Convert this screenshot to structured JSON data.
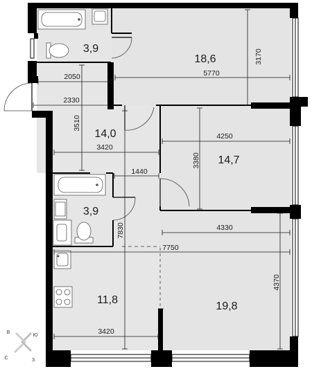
{
  "rooms": [
    {
      "id": "bathroom-top",
      "area": "3,9"
    },
    {
      "id": "bedroom-large",
      "area": "18,6"
    },
    {
      "id": "hallway",
      "area": "14,0"
    },
    {
      "id": "bedroom-middle",
      "area": "14,7"
    },
    {
      "id": "bathroom-bottom",
      "area": "3,9"
    },
    {
      "id": "kitchen",
      "area": "11,8"
    },
    {
      "id": "living-room",
      "area": "19,8"
    }
  ],
  "dimensions": [
    {
      "id": "top-bedroom-height",
      "value": "3170"
    },
    {
      "id": "top-bedroom-width",
      "value": "5770"
    },
    {
      "id": "hall-top-width",
      "value": "2050"
    },
    {
      "id": "hall-width",
      "value": "2330"
    },
    {
      "id": "hall-height",
      "value": "3510"
    },
    {
      "id": "hall-bottom-width",
      "value": "3420"
    },
    {
      "id": "middle-bedroom-width",
      "value": "4250"
    },
    {
      "id": "middle-bedroom-height",
      "value": "3380"
    },
    {
      "id": "corridor-width",
      "value": "1440"
    },
    {
      "id": "living-width",
      "value": "4330"
    },
    {
      "id": "kitchen-height",
      "value": "7830"
    },
    {
      "id": "total-width",
      "value": "7750"
    },
    {
      "id": "living-height",
      "value": "4370"
    },
    {
      "id": "kitchen-width",
      "value": "3420"
    }
  ],
  "compass": {
    "north": "С",
    "south": "Ю",
    "west": "З",
    "east": "В"
  },
  "colors": {
    "wall": "#000000",
    "floor": "#e6e6e6",
    "floor_room": "#e4e4e4",
    "window": "#ffffff"
  },
  "icons": [
    "bathtub-icon",
    "sink-icon",
    "toilet-icon",
    "washing-machine-icon",
    "cooktop-icon",
    "compass-icon"
  ]
}
